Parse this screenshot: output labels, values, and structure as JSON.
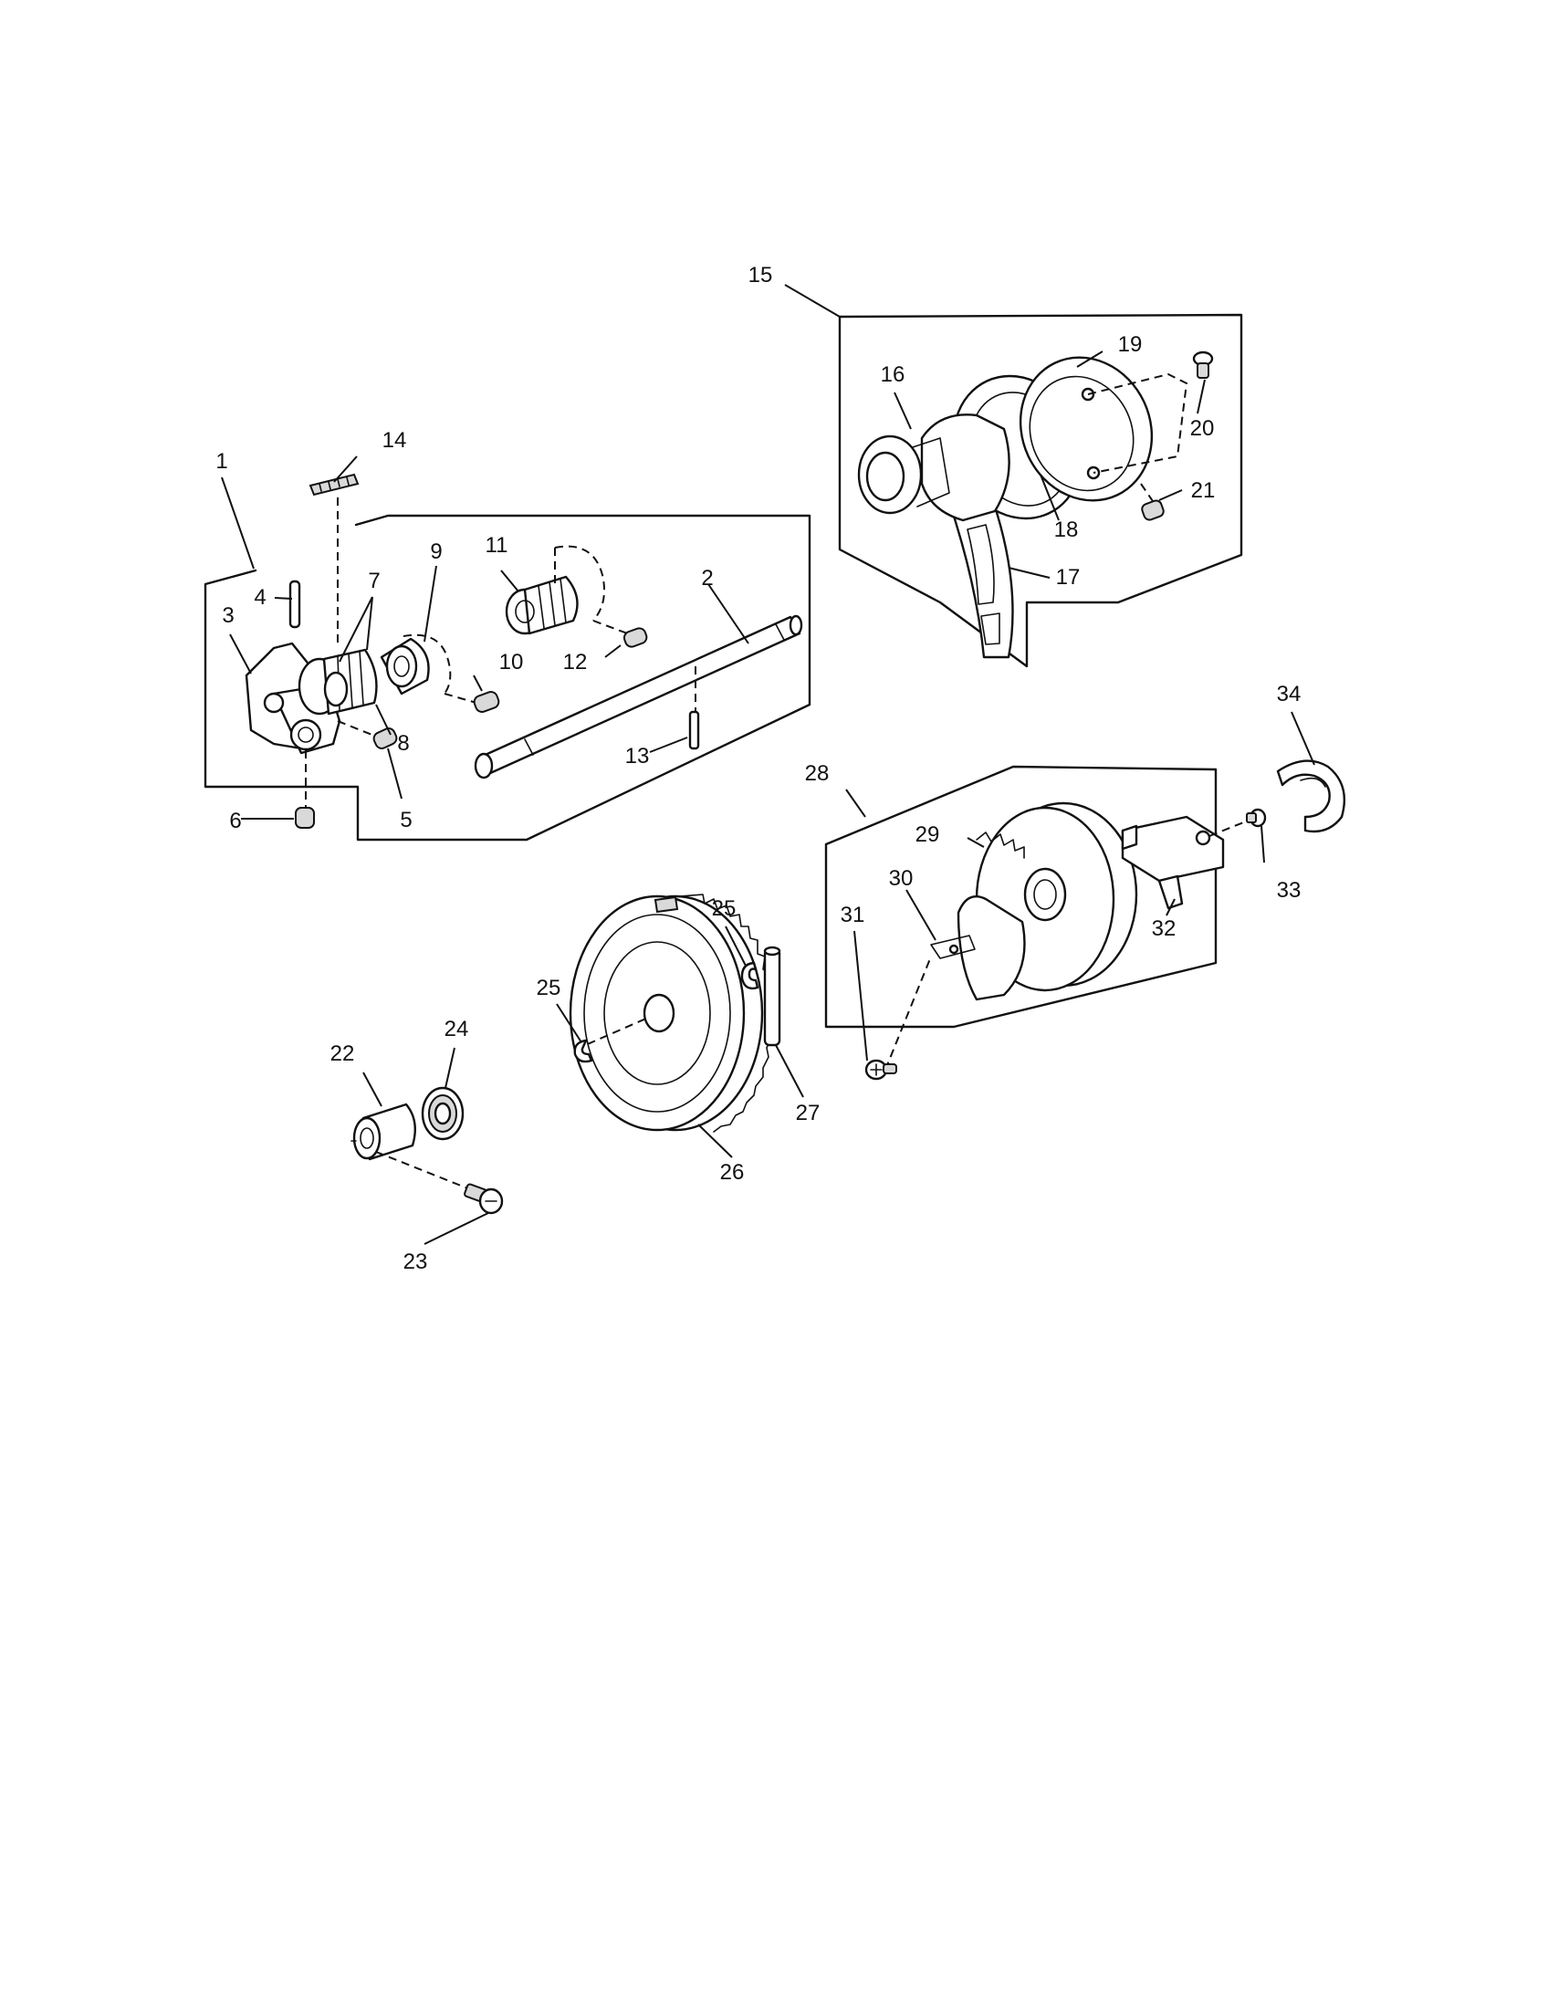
{
  "callouts": [
    {
      "id": "c1",
      "text": "1"
    },
    {
      "id": "c2",
      "text": "2"
    },
    {
      "id": "c3",
      "text": "3"
    },
    {
      "id": "c4",
      "text": "4"
    },
    {
      "id": "c5",
      "text": "5"
    },
    {
      "id": "c6",
      "text": "6"
    },
    {
      "id": "c7",
      "text": "7"
    },
    {
      "id": "c8",
      "text": "8"
    },
    {
      "id": "c9",
      "text": "9"
    },
    {
      "id": "c10",
      "text": "10"
    },
    {
      "id": "c11",
      "text": "11"
    },
    {
      "id": "c12",
      "text": "12"
    },
    {
      "id": "c13",
      "text": "13"
    },
    {
      "id": "c14",
      "text": "14"
    },
    {
      "id": "c15",
      "text": "15"
    },
    {
      "id": "c16",
      "text": "16"
    },
    {
      "id": "c17",
      "text": "17"
    },
    {
      "id": "c18",
      "text": "18"
    },
    {
      "id": "c19",
      "text": "19"
    },
    {
      "id": "c20",
      "text": "20"
    },
    {
      "id": "c21",
      "text": "21"
    },
    {
      "id": "c22",
      "text": "22"
    },
    {
      "id": "c23",
      "text": "23"
    },
    {
      "id": "c24",
      "text": "24"
    },
    {
      "id": "c25a",
      "text": "25"
    },
    {
      "id": "c25b",
      "text": "25"
    },
    {
      "id": "c26",
      "text": "26"
    },
    {
      "id": "c27",
      "text": "27"
    },
    {
      "id": "c28",
      "text": "28"
    },
    {
      "id": "c29",
      "text": "29"
    },
    {
      "id": "c30",
      "text": "30"
    },
    {
      "id": "c31",
      "text": "31"
    },
    {
      "id": "c32",
      "text": "32"
    },
    {
      "id": "c33",
      "text": "33"
    },
    {
      "id": "c34",
      "text": "34"
    }
  ]
}
